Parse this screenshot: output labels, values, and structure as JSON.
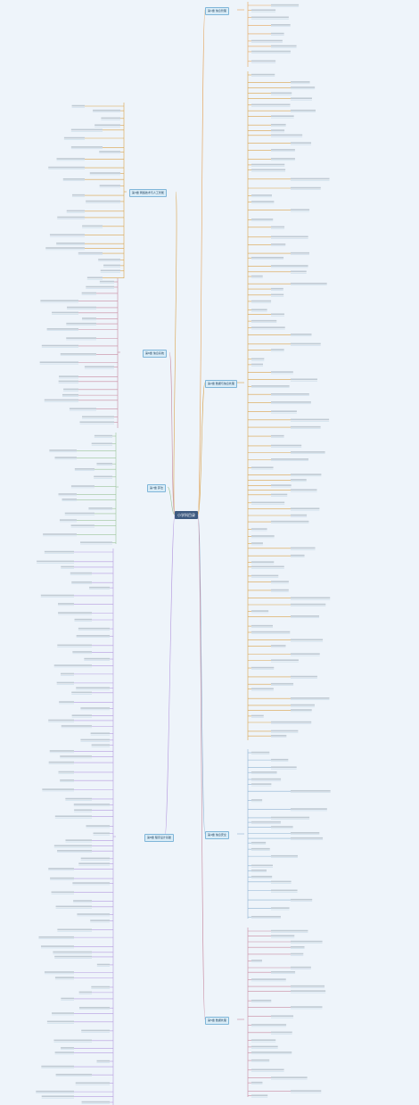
{
  "root": {
    "label": "小学科目录"
  },
  "branches": {
    "right": [
      {
        "label": "第1章 信息管理"
      },
      {
        "label": "第2章 数据与信息处理"
      },
      {
        "label": "第4章 信息安全"
      },
      {
        "label": "第5章 数据处理"
      }
    ],
    "left": [
      {
        "label": "第3章 网络技术与人工智能"
      },
      {
        "label": "第6章 信息系统"
      },
      {
        "label": "第7章 算法"
      },
      {
        "label": "第8章 程序设计基础"
      }
    ]
  },
  "colors": {
    "root_bg": "#3d5a80",
    "branch_bg": "#d9ecf7",
    "leaf_text": "#9aa7b3",
    "leaf_line": "#b8cfe0",
    "wires": [
      "#e4a35a",
      "#d9a24a",
      "#8fb2d1",
      "#c88aa0",
      "#9cc49a",
      "#b59adf"
    ]
  }
}
